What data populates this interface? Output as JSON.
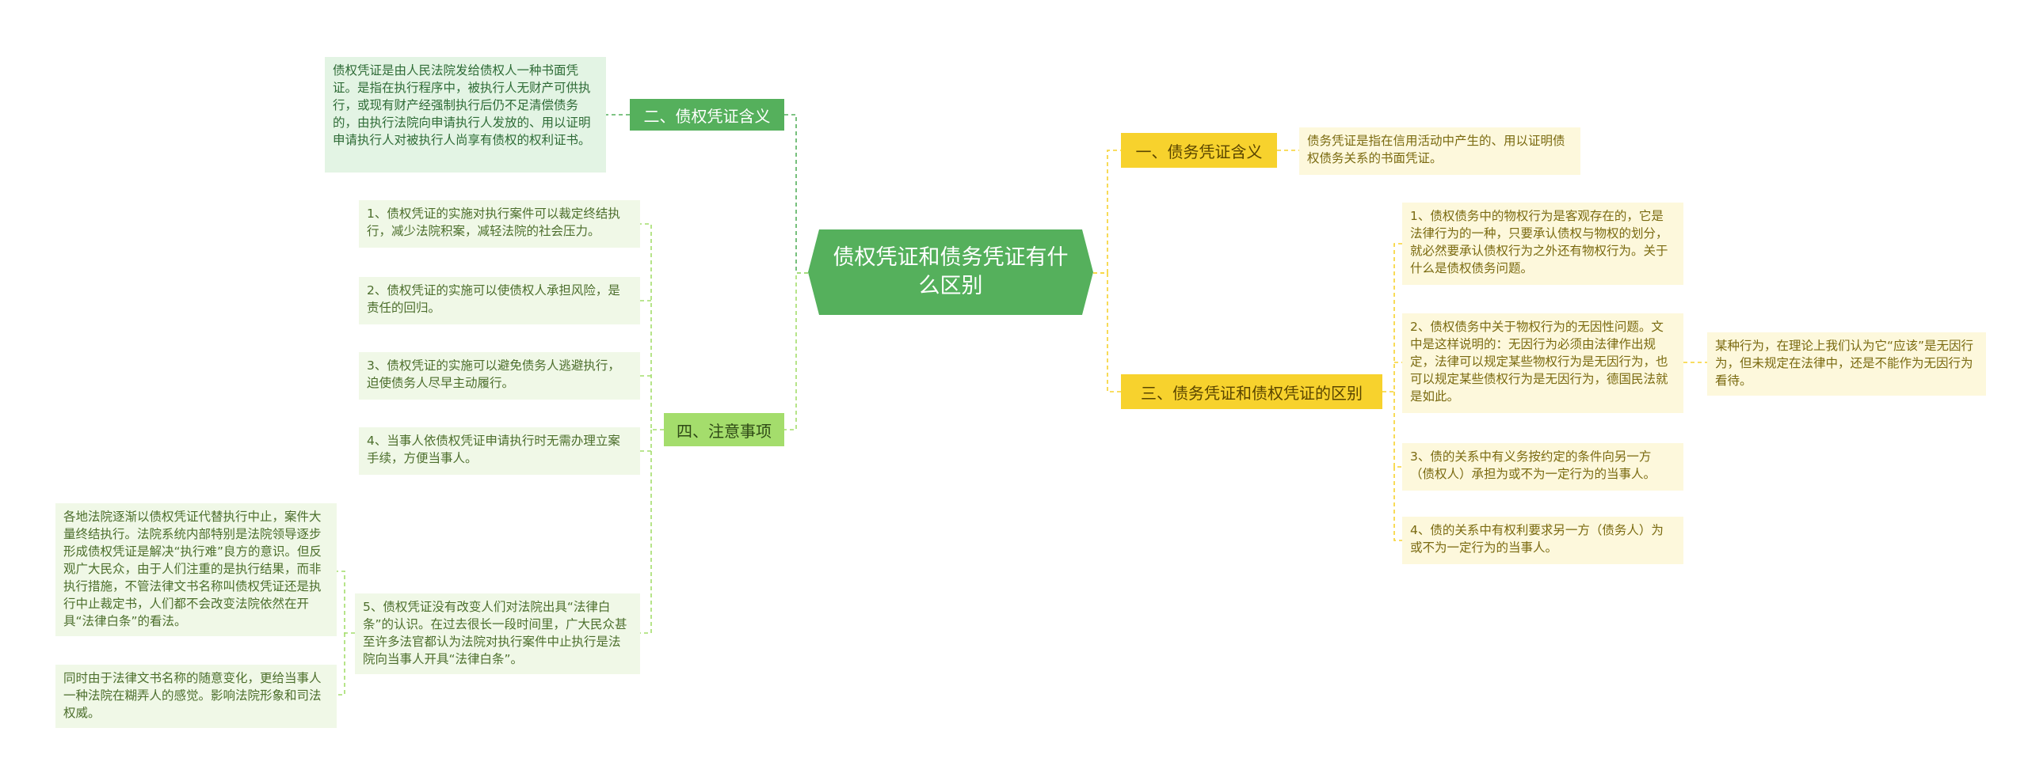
{
  "root": {
    "title": "债权凭证和债务凭证有什么区别"
  },
  "left": {
    "meaning": {
      "label": "二、债权凭证含义",
      "desc": "债权凭证是由人民法院发给债权人一种书面凭证。是指在执行程序中，被执行人无财产可供执行，或现有财产经强制执行后仍不足清偿债务的，由执行法院向申请执行人发放的、用以证明申请执行人对被执行人尚享有债权的权利证书。"
    },
    "notes": {
      "label": "四、注意事项",
      "items": [
        "1、债权凭证的实施对执行案件可以裁定终结执行，减少法院积案，减轻法院的社会压力。",
        "2、债权凭证的实施可以使债权人承担风险，是责任的回归。",
        "3、债权凭证的实施可以避免债务人逃避执行，迫使债务人尽早主动履行。",
        "4、当事人依债权凭证申请执行时无需办理立案手续，方便当事人。",
        "5、债权凭证没有改变人们对法院出具“法律白条”的认识。在过去很长一段时间里，广大民众甚至许多法官都认为法院对执行案件中止执行是法院向当事人开具“法律白条”。"
      ],
      "sub": [
        "各地法院逐渐以债权凭证代替执行中止，案件大量终结执行。法院系统内部特别是法院领导逐步形成债权凭证是解决“执行难”良方的意识。但反观广大民众，由于人们注重的是执行结果，而非执行措施，不管法律文书名称叫债权凭证还是执行中止裁定书，人们都不会改变法院依然在开具“法律白条”的看法。",
        "同时由于法律文书名称的随意变化，更给当事人一种法院在糊弄人的感觉。影响法院形象和司法权威。"
      ]
    }
  },
  "right": {
    "meaning": {
      "label": "一、债务凭证含义",
      "desc": "债务凭证是指在信用活动中产生的、用以证明债权债务关系的书面凭证。"
    },
    "diff": {
      "label": "三、债务凭证和债权凭证的区别",
      "items": [
        "1、债权债务中的物权行为是客观存在的，它是法律行为的一种，只要承认债权与物权的划分，就必然要承认债权行为之外还有物权行为。关于什么是债权债务问题。",
        "2、债权债务中关于物权行为的无因性问题。文中是这样说明的：无因行为必须由法律作出规定，法律可以规定某些物权行为是无因行为，也可以规定某些债权行为是无因行为，德国民法就是如此。",
        "3、债的关系中有义务按约定的条件向另一方（债权人）承担为或不为一定行为的当事人。",
        "4、债的关系中有权利要求另一方（债务人）为或不为一定行为的当事人。"
      ],
      "sub": "某种行为，在理论上我们认为它“应该”是无因行为，但未规定在法律中，还是不能作为无因行为看待。"
    }
  },
  "colors": {
    "dark_green": "#55b05c",
    "light_green": "#a4dd6c",
    "yellow": "#f7d22d"
  }
}
